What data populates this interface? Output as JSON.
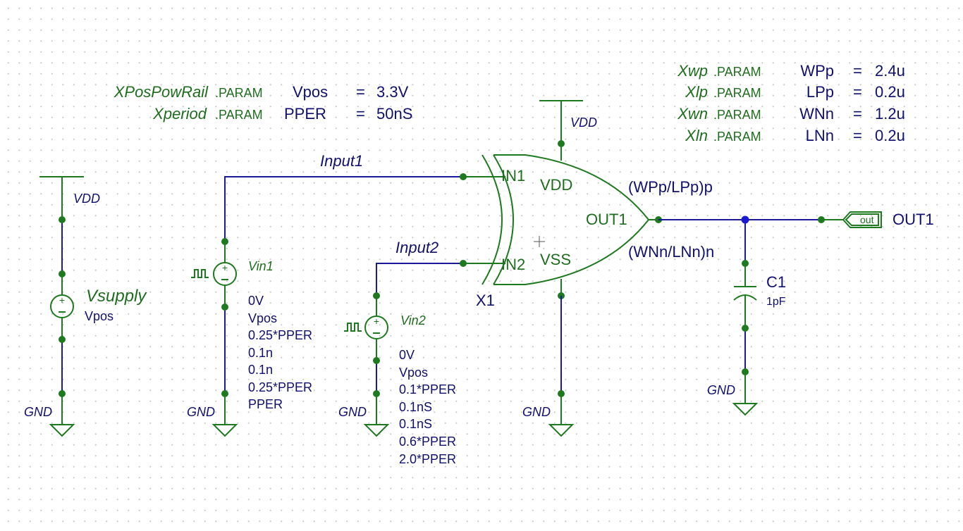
{
  "params": {
    "left": [
      {
        "name": "XPosPowRail",
        "keyword": ".PARAM",
        "var": "Vpos",
        "eq": "=",
        "value": "3.3V"
      },
      {
        "name": "Xperiod",
        "keyword": ".PARAM",
        "var": "PPER",
        "eq": "=",
        "value": "50nS"
      }
    ],
    "right": [
      {
        "name": "Xwp",
        "keyword": ".PARAM",
        "var": "WPp",
        "eq": "=",
        "value": "2.4u"
      },
      {
        "name": "Xlp",
        "keyword": ".PARAM",
        "var": "LPp",
        "eq": "=",
        "value": "0.2u"
      },
      {
        "name": "Xwn",
        "keyword": ".PARAM",
        "var": "WNn",
        "eq": "=",
        "value": "1.2u"
      },
      {
        "name": "Xln",
        "keyword": ".PARAM",
        "var": "LNn",
        "eq": "=",
        "value": "0.2u"
      }
    ]
  },
  "supply": {
    "net_top": "VDD",
    "name": "Vsupply",
    "value": "Vpos",
    "net_bottom": "GND"
  },
  "vin1": {
    "name": "Vin1",
    "params": [
      "0V",
      "Vpos",
      "0.25*PPER",
      "0.1n",
      "0.1n",
      "0.25*PPER",
      "PPER"
    ],
    "net_bottom": "GND"
  },
  "vin2": {
    "name": "Vin2",
    "params": [
      "0V",
      "Vpos",
      "0.1*PPER",
      "0.1nS",
      "0.1nS",
      "0.6*PPER",
      "2.0*PPER"
    ],
    "net_bottom": "GND"
  },
  "nets": {
    "input1": "Input1",
    "input2": "Input2",
    "vdd": "VDD",
    "gnd": "GND"
  },
  "gate": {
    "name": "X1",
    "pin_in1": "IN1",
    "pin_in2": "IN2",
    "pin_vdd": "VDD",
    "pin_vss": "VSS",
    "pin_out": "OUT1",
    "p_size": "(WPp/LPp)p",
    "n_size": "(WNn/LNn)n"
  },
  "cap": {
    "name": "C1",
    "value": "1pF",
    "net_bottom": "GND"
  },
  "port": {
    "tag": "out",
    "label": "OUT1"
  },
  "colors": {
    "wire": "#1a1a9a",
    "symbol": "#1e7a1e",
    "label_green": "#1e6e1e",
    "label_blue": "#101070"
  }
}
